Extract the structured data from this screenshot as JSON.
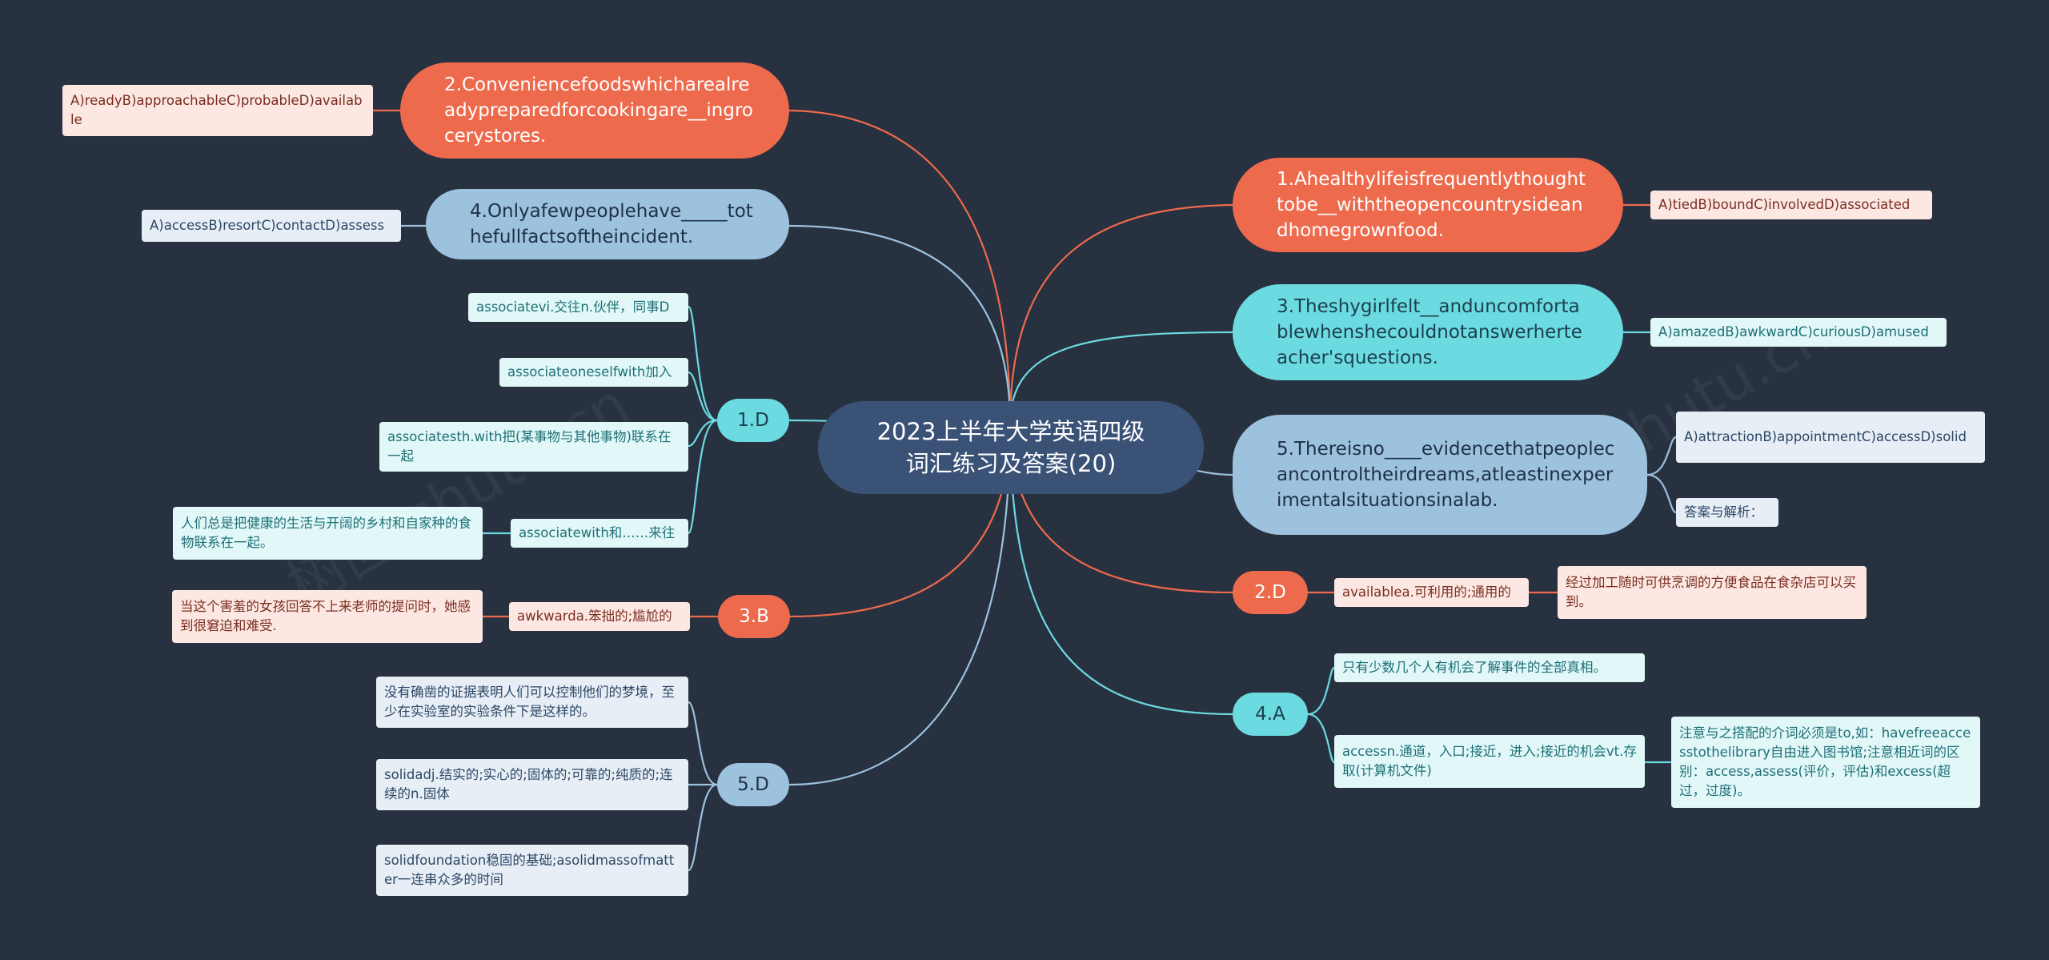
{
  "center": {
    "title_line1": "2023上半年大学英语四级",
    "title_line2": "词汇练习及答案(20)"
  },
  "colors": {
    "background": "#283140",
    "center": "#3b5277",
    "orange": "#ee6a4d",
    "cyan": "#6bdbe1",
    "blue": "#9cc2dd"
  },
  "left": {
    "q2": {
      "text": "2.Conveniencefoodswhicharealreadypreparedforcookingare__ingrocerystores.",
      "options": "A)readyB)approachableC)probableD)available"
    },
    "q4": {
      "text": "4.Onlyafewpeoplehave_____tothefullfactsoftheincident.",
      "options": "A)accessB)resortC)contactD)assess"
    },
    "a1": {
      "label": "1.D",
      "items": [
        "associatevi.交往n.伙伴，同事D",
        "associateoneselfwith加入",
        "associatesth.with把(某事物与其他事物)联系在一起",
        "associatewith和……来往"
      ],
      "example": "人们总是把健康的生活与开阔的乡村和自家种的食物联系在一起。"
    },
    "a3": {
      "label": "3.B",
      "word": "awkwarda.笨拙的;尴尬的",
      "example": "当这个害羞的女孩回答不上来老师的提问时，她感到很窘迫和难受."
    },
    "a5": {
      "label": "5.D",
      "items": [
        "没有确凿的证据表明人们可以控制他们的梦境，至少在实验室的实验条件下是这样的。",
        "solidadj.结实的;实心的;固体的;可靠的;纯质的;连续的n.固体",
        "solidfoundation稳固的基础;asolidmassofmatter一连串众多的时间"
      ]
    }
  },
  "right": {
    "q1": {
      "text": "1.Ahealthylifeisfrequentlythoughttobe__withtheopencountrysideandhomegrownfood.",
      "options": "A)tiedB)boundC)involvedD)associated"
    },
    "q3": {
      "text": "3.Theshygirlfelt__anduncomfortablewhenshecouldnotanswerherteacher'squestions.",
      "options": "A)amazedB)awkwardC)curiousD)amused"
    },
    "q5": {
      "text": "5.Thereisno____evidencethatpeoplecancontroltheirdreams,atleastinexperimentalsituationsinalab.",
      "options": "A)attractionB)appointmentC)accessD)solid",
      "answer_header": "答案与解析："
    },
    "a2": {
      "label": "2.D",
      "word": "availablea.可利用的;通用的",
      "translation": "经过加工随时可供烹调的方便食品在食杂店可以买到。"
    },
    "a4": {
      "label": "4.A",
      "translation": "只有少数几个人有机会了解事件的全部真相。",
      "word": "accessn.通道，入口;接近，进入;接近的机会vt.存取(计算机文件)",
      "note": "注意与之搭配的介词必须是to,如：havefreeaccesstothelibrary自由进入图书馆;注意相近词的区别：access,assess(评价，评估)和excess(超过，过度)。"
    },
    "watermark": "树图 shutu.cn"
  }
}
